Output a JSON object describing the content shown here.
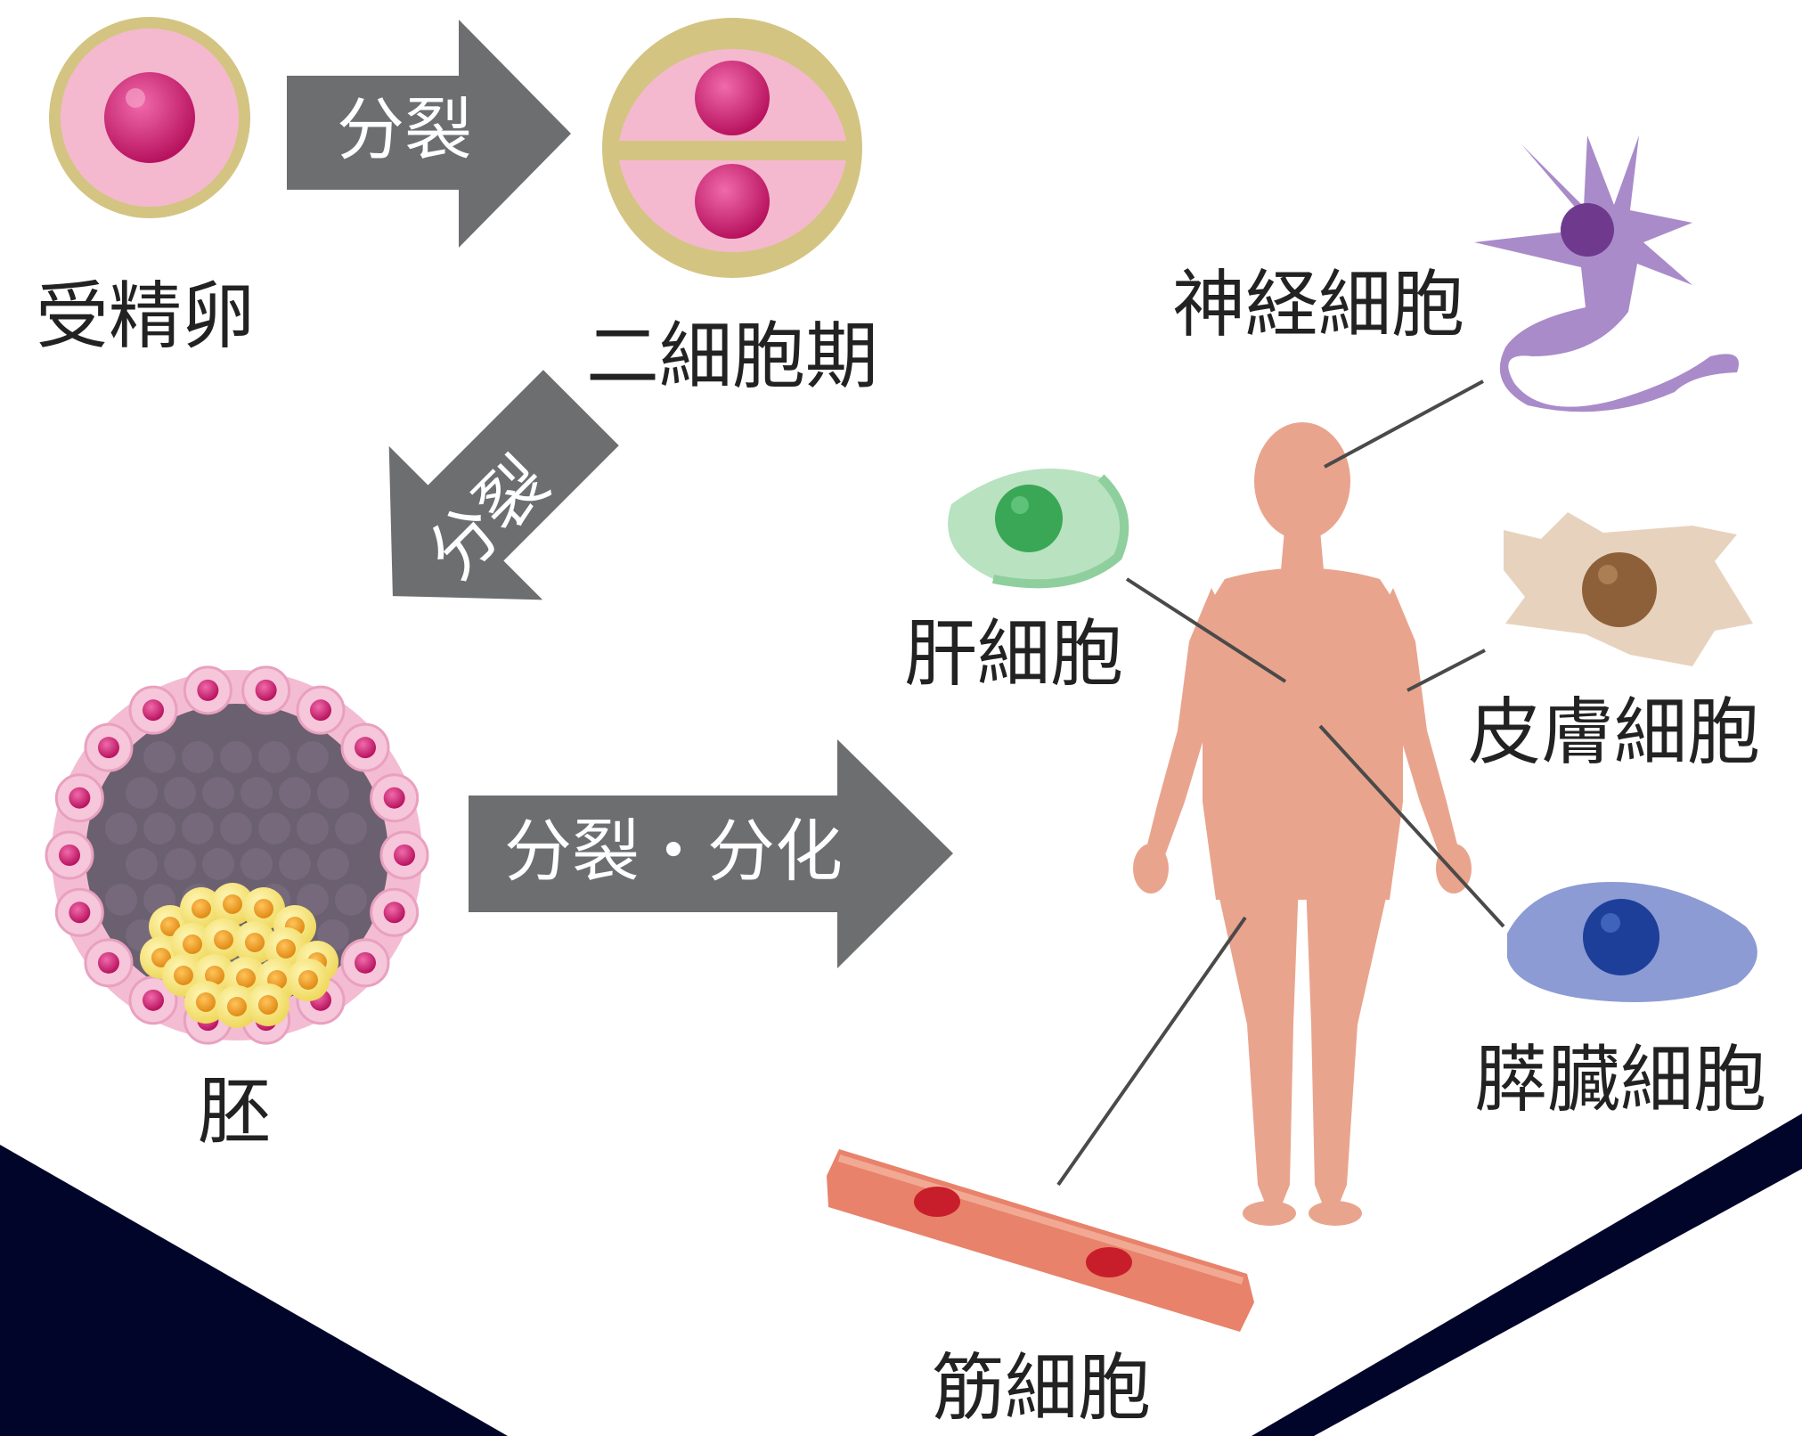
{
  "stages": {
    "zygote": "受精卵",
    "two_cell": "二細胞期",
    "embryo": "胚"
  },
  "arrows": {
    "division_1": "分裂",
    "division_2": "分裂",
    "division_differentiation": "分裂・分化"
  },
  "cell_types": {
    "nerve": "神経細胞",
    "liver": "肝細胞",
    "skin": "皮膚細胞",
    "pancreas": "膵臓細胞",
    "muscle": "筋細胞"
  },
  "colors": {
    "arrow_fill": "#6d6e70",
    "corner_navy": "#02052a",
    "body_skin": "#e9a48e",
    "nucleus_magenta": "#d61c7b",
    "nerve_purple": "#a98bc9",
    "liver_green": "#3aa757",
    "skin_cell_tan": "#e7d3bd",
    "pancreas_blue": "#8c9bd3",
    "muscle_red": "#e8826b"
  }
}
